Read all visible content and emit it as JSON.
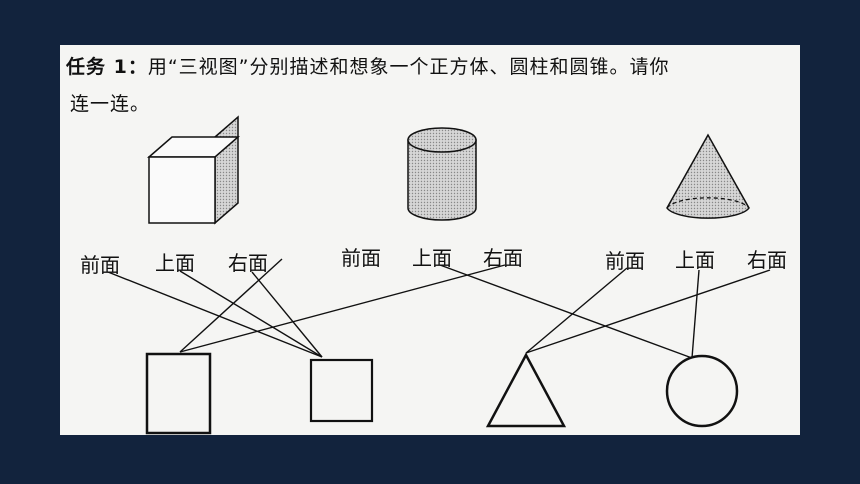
{
  "task": {
    "heading": "任务 1：",
    "text": "用“三视图”分别描述和想象一个正方体、圆柱和圆锥。请你",
    "text_line2": "连一连。"
  },
  "labels": {
    "cube": [
      "前面",
      "上面",
      "右面"
    ],
    "cylinder": [
      "前面",
      "上面",
      "右面"
    ],
    "cone": [
      "前面",
      "上面",
      "右面"
    ]
  }
}
